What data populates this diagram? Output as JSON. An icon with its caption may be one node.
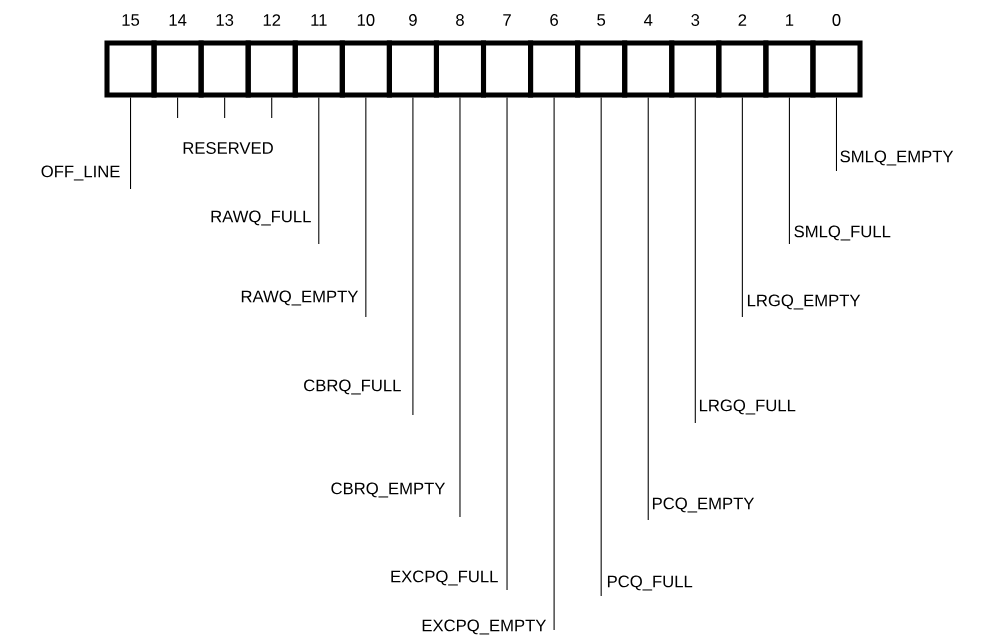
{
  "diagram": {
    "nodes": [
      {
        "text": [],
        "shape": "box",
        "beside": [
          "15"
        ]
      },
      {
        "text": [],
        "shape": "box",
        "beside": [
          "14"
        ]
      },
      {
        "text": [],
        "shape": "box",
        "beside": [
          "13"
        ]
      },
      {
        "text": [],
        "shape": "box",
        "beside": [
          "12"
        ]
      },
      {
        "text": [],
        "shape": "box",
        "beside": [
          "11"
        ]
      },
      {
        "text": [],
        "shape": "box",
        "beside": [
          "10"
        ]
      },
      {
        "text": [],
        "shape": "box",
        "beside": [
          "9"
        ]
      },
      {
        "text": [],
        "shape": "box",
        "beside": [
          "8"
        ]
      },
      {
        "text": [],
        "shape": "box",
        "beside": [
          "7"
        ]
      },
      {
        "text": [],
        "shape": "box",
        "beside": [
          "6"
        ]
      },
      {
        "text": [],
        "shape": "box",
        "beside": [
          "5"
        ]
      },
      {
        "text": [],
        "shape": "box",
        "beside": [
          "4"
        ]
      },
      {
        "text": [],
        "shape": "box",
        "beside": [
          "3"
        ]
      },
      {
        "text": [],
        "shape": "box",
        "beside": [
          "2"
        ]
      },
      {
        "text": [],
        "shape": "box",
        "beside": [
          "1"
        ]
      },
      {
        "text": [],
        "shape": "box",
        "beside": [
          "0"
        ]
      },
      {
        "text": [
          "OFF_LINE"
        ]
      },
      {
        "text": [
          "RESERVED"
        ]
      },
      {
        "text": [
          "RAWQ_FULL"
        ]
      },
      {
        "text": [
          "RAWQ_EMPTY"
        ]
      },
      {
        "text": [
          "CBRQ_FULL"
        ]
      },
      {
        "text": [
          "CBRQ_EMPTY"
        ]
      },
      {
        "text": [
          "EXCPQ_FULL"
        ]
      },
      {
        "text": [
          "EXCPQ_EMPTY"
        ]
      },
      {
        "text": [
          "PCQ_FULL"
        ]
      },
      {
        "text": [
          "PCQ_EMPTY"
        ]
      },
      {
        "text": [
          "LRGQ_FULL"
        ]
      },
      {
        "text": [
          "LRGQ_EMPTY"
        ]
      },
      {
        "text": [
          "SMLQ_FULL"
        ]
      },
      {
        "text": [
          "SMLQ_EMPTY"
        ]
      }
    ],
    "edges": [
      {
        "from": 16,
        "to": 0,
        "arrow": "none"
      },
      {
        "from": 17,
        "to": 1,
        "arrow": "none"
      },
      {
        "from": 17,
        "to": 2,
        "arrow": "none"
      },
      {
        "from": 17,
        "to": 3,
        "arrow": "none"
      },
      {
        "from": 18,
        "to": 4,
        "arrow": "none"
      },
      {
        "from": 19,
        "to": 5,
        "arrow": "none"
      },
      {
        "from": 20,
        "to": 6,
        "arrow": "none"
      },
      {
        "from": 21,
        "to": 7,
        "arrow": "none"
      },
      {
        "from": 22,
        "to": 8,
        "arrow": "none"
      },
      {
        "from": 23,
        "to": 9,
        "arrow": "none"
      },
      {
        "from": 24,
        "to": 10,
        "arrow": "none"
      },
      {
        "from": 25,
        "to": 11,
        "arrow": "none"
      },
      {
        "from": 26,
        "to": 12,
        "arrow": "none"
      },
      {
        "from": 27,
        "to": 13,
        "arrow": "none"
      },
      {
        "from": 28,
        "to": 14,
        "arrow": "none"
      },
      {
        "from": 29,
        "to": 15,
        "arrow": "none"
      }
    ]
  }
}
